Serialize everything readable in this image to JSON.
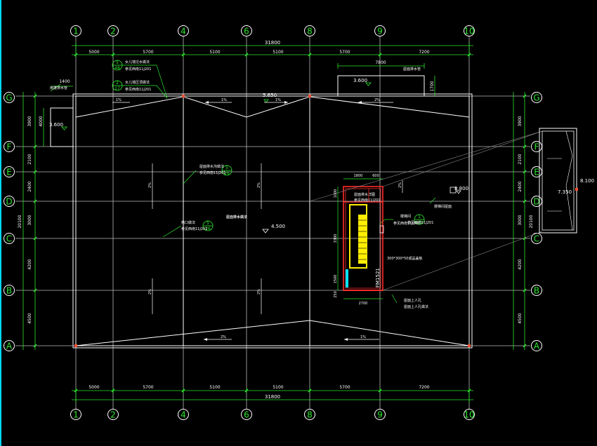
{
  "colors": {
    "background": "#000000",
    "grid": "#c8c8c8",
    "dimension": "#2ee62e",
    "text": "#ffffff",
    "bubble": "#ffffff",
    "stair_outline": "#ff2a2a",
    "stair_fill": "#ffee00",
    "door": "#00e5ff",
    "corner": "#ff5030",
    "edge_bar": "#00d8ff"
  },
  "axes": {
    "vertical": [
      "1",
      "2",
      "4",
      "6",
      "8",
      "9",
      "10"
    ],
    "horizontal": [
      "G",
      "F",
      "E",
      "D",
      "C",
      "B",
      "A"
    ]
  },
  "dimensions": {
    "top_segments": [
      "5000",
      "5700",
      "5100",
      "5100",
      "5700",
      "7200"
    ],
    "top_total": "31800",
    "bottom_segments": [
      "5000",
      "5700",
      "5100",
      "5100",
      "5700",
      "7200"
    ],
    "bottom_total": "31800",
    "left_segments": [
      "3900",
      "2100",
      "2400",
      "3000",
      "4200",
      "4500"
    ],
    "left_total": "20100",
    "right_segments": [
      "3900",
      "2100",
      "2400",
      "3000",
      "4200",
      "4500"
    ],
    "right_total": "20100",
    "annex_width": "7800",
    "annex_height": "1700",
    "canopy_width": "1400",
    "canopy_depth": "4000",
    "stair_width": "1800",
    "stair_side": "600",
    "stair_bottom": "2700",
    "stair_height": "3300",
    "stair_top": "1000",
    "stair_lower": "1500",
    "stair_foot": "250"
  },
  "elevations": {
    "ridge": "5.650",
    "roof": "4.500",
    "annex": "3.600",
    "canopy": "3.600",
    "skylight": "8.800",
    "detail_top": "8.100",
    "detail_mid": "7.350"
  },
  "slopes": {
    "s1": "1%",
    "s2": "1%",
    "s3": "1%",
    "s4": "2%",
    "s5": "2%",
    "s6": "1%",
    "v1": "2%",
    "v2": "2%",
    "v3": "2%",
    "v4": "2%",
    "v5": "2%"
  },
  "callouts": {
    "c1_top": "5",
    "c1_bottom": "48",
    "c2_top": "2",
    "c2_bottom": "17",
    "c3_top": "5",
    "c3_bottom": "26",
    "c4_top": "5",
    "c4_bottom": "26",
    "c5_top": "1",
    "c5_bottom": "60"
  },
  "notes": {
    "n1": "女儿墙泛水做法",
    "n2": "参见西南11J201",
    "n3": "女儿墙压顶做法",
    "n4": "参见西南11J201",
    "n5": "屋面排水沟做法",
    "n6": "参见西南11J201",
    "n7": "雨蓬排水管",
    "n8": "屋面排水管",
    "n9": "檐口做法",
    "n10": "参见西南11J201",
    "n11": "屋面排水做法",
    "n12": "参见西南11J201",
    "n13": "楼梯间",
    "n14": "参见西南11J201",
    "n15": "300*300*50成品盖板",
    "n16": "屋面上人孔",
    "n17": "屋面上人孔做法",
    "n18": "参见西南11J201",
    "n19": "楼梯间屋面",
    "n20": "屋面排水详图",
    "door_code": "FM1521"
  }
}
